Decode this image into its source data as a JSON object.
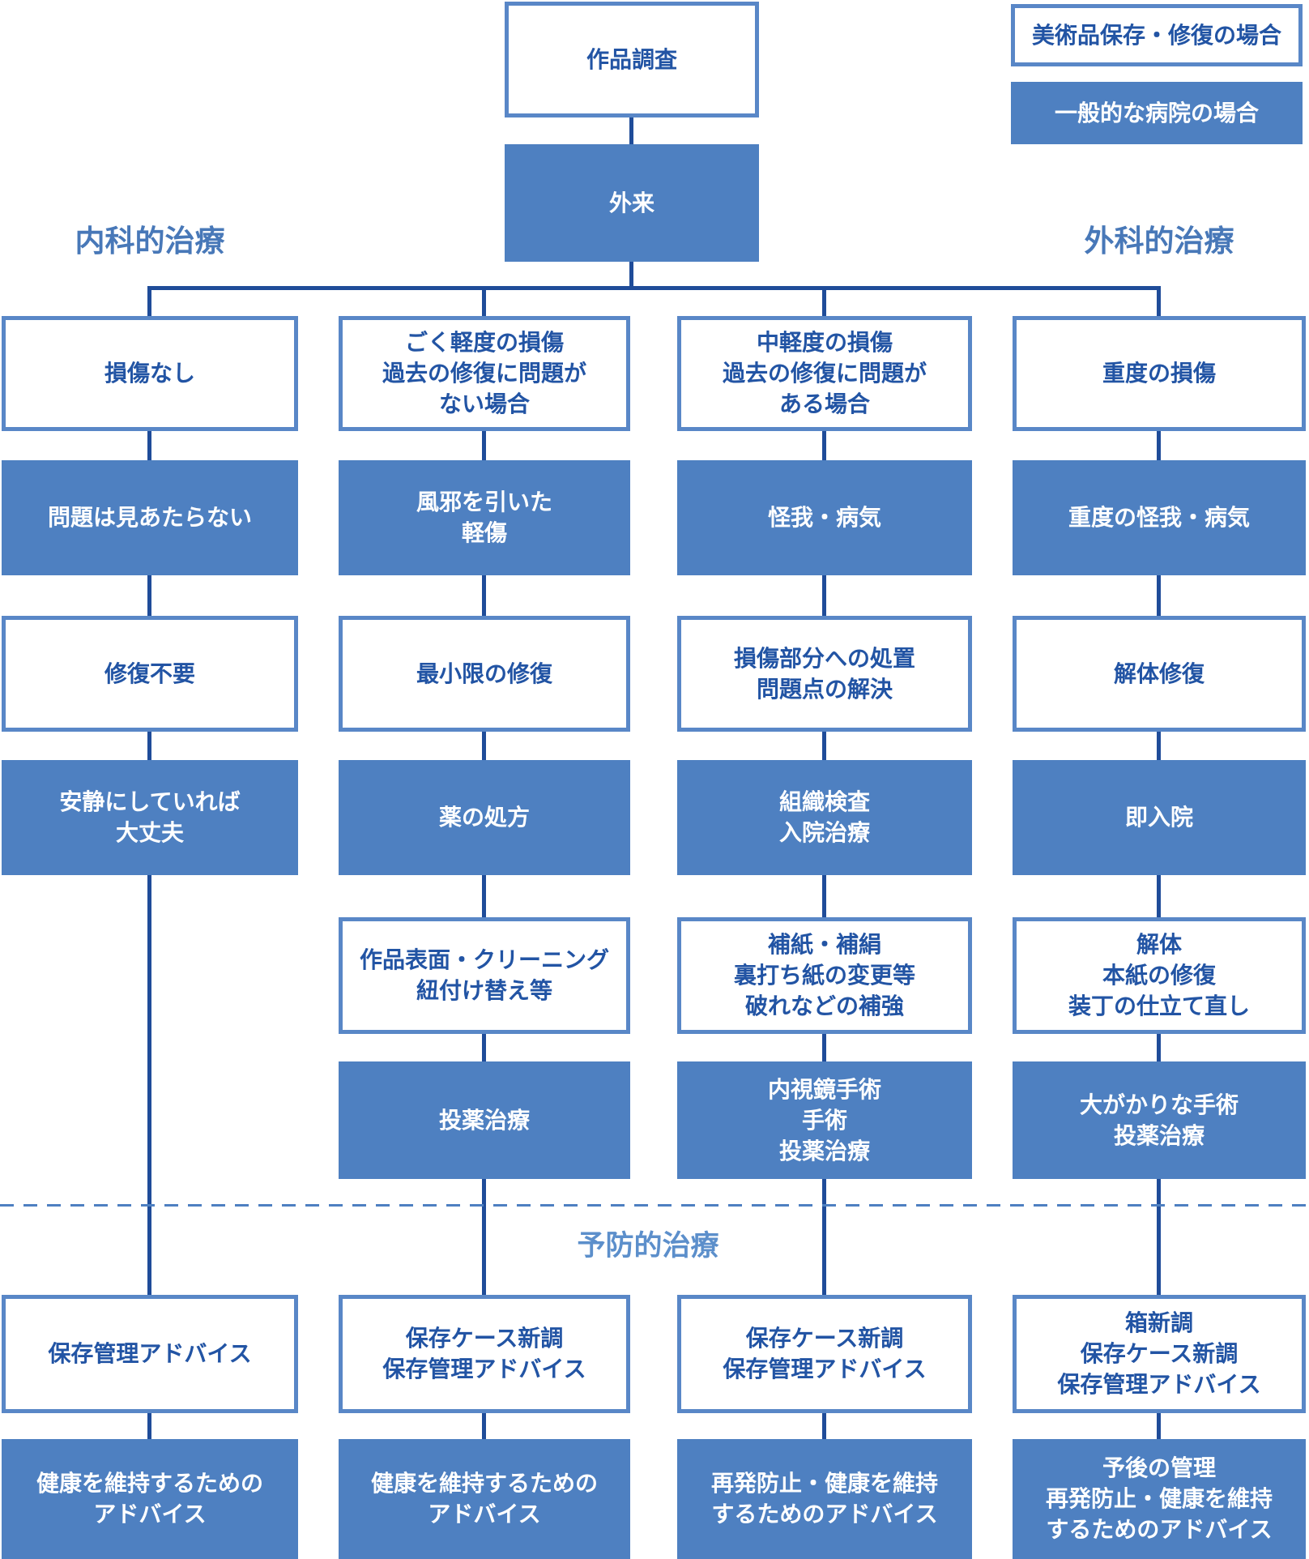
{
  "colors": {
    "fill": "#4E80C1",
    "border": "#5987C7",
    "line": "#1F4C99",
    "text_dark": "#2254A4",
    "label_side": "#4878B8",
    "label_preventive": "#5C8FCB",
    "dashed": "#4E80C1"
  },
  "legend": {
    "art_case": "美術品保存・修復の場合",
    "hospital_case": "一般的な病院の場合"
  },
  "root": {
    "survey": "作品調査",
    "outpatient": "外来"
  },
  "section_labels": {
    "internal": "内科的治療",
    "surgical": "外科的治療",
    "preventive": "予防的治療"
  },
  "grid": [
    {
      "variant": "art",
      "cells": [
        [
          "損傷なし"
        ],
        [
          "ごく軽度の損傷",
          "過去の修復に問題が",
          "ない場合"
        ],
        [
          "中軽度の損傷",
          "過去の修復に問題が",
          "ある場合"
        ],
        [
          "重度の損傷"
        ]
      ]
    },
    {
      "variant": "hospital",
      "cells": [
        [
          "問題は見あたらない"
        ],
        [
          "風邪を引いた",
          "軽傷"
        ],
        [
          "怪我・病気"
        ],
        [
          "重度の怪我・病気"
        ]
      ]
    },
    {
      "variant": "art",
      "cells": [
        [
          "修復不要"
        ],
        [
          "最小限の修復"
        ],
        [
          "損傷部分への処置",
          "問題点の解決"
        ],
        [
          "解体修復"
        ]
      ]
    },
    {
      "variant": "hospital",
      "cells": [
        [
          "安静にしていれば",
          "大丈夫"
        ],
        [
          "薬の処方"
        ],
        [
          "組織検査",
          "入院治療"
        ],
        [
          "即入院"
        ]
      ]
    },
    {
      "variant": "art",
      "cells": [
        null,
        [
          "作品表面・クリーニング",
          "紐付け替え等"
        ],
        [
          "補紙・補絹",
          "裏打ち紙の変更等",
          "破れなどの補強"
        ],
        [
          "解体",
          "本紙の修復",
          "装丁の仕立て直し"
        ]
      ]
    },
    {
      "variant": "hospital",
      "cells": [
        null,
        [
          "投薬治療"
        ],
        [
          "内視鏡手術",
          "手術",
          "投薬治療"
        ],
        [
          "大がかりな手術",
          "投薬治療"
        ]
      ]
    },
    {
      "variant": "art",
      "cells": [
        [
          "保存管理アドバイス"
        ],
        [
          "保存ケース新調",
          "保存管理アドバイス"
        ],
        [
          "保存ケース新調",
          "保存管理アドバイス"
        ],
        [
          "箱新調",
          "保存ケース新調",
          "保存管理アドバイス"
        ]
      ]
    },
    {
      "variant": "hospital",
      "cells": [
        [
          "健康を維持するための",
          "アドバイス"
        ],
        [
          "健康を維持するための",
          "アドバイス"
        ],
        [
          "再発防止・健康を維持",
          "するためのアドバイス"
        ],
        [
          "予後の管理",
          "再発防止・健康を維持",
          "するためのアドバイス"
        ]
      ]
    }
  ]
}
